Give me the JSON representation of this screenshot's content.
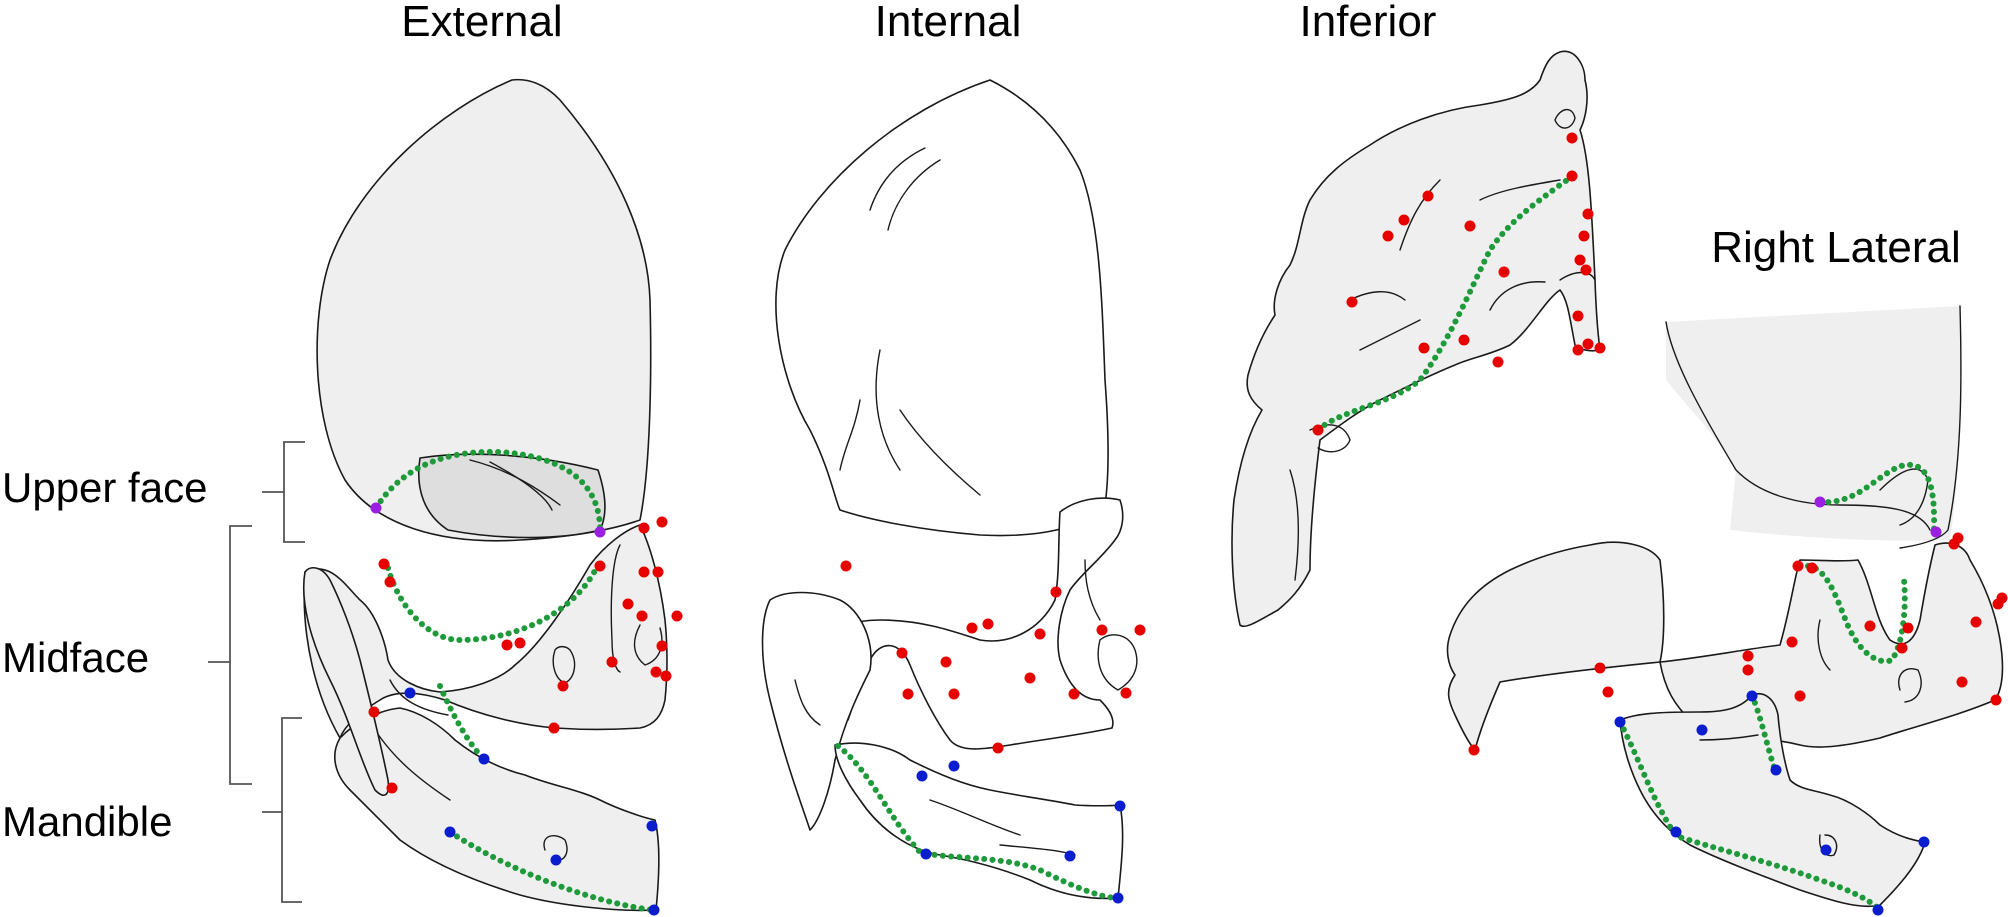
{
  "views": [
    {
      "id": "external",
      "title": "External"
    },
    {
      "id": "internal",
      "title": "Internal"
    },
    {
      "id": "inferior",
      "title": "Inferior"
    },
    {
      "id": "right-lateral",
      "title": "Right Lateral"
    }
  ],
  "regions": [
    {
      "id": "upper-face",
      "label": "Upper face"
    },
    {
      "id": "midface",
      "label": "Midface"
    },
    {
      "id": "mandible",
      "label": "Mandible"
    }
  ],
  "colors": {
    "bone_fill": "#efefef",
    "bone_fill_dark": "#dedede",
    "outline": "#1a1a1a",
    "landmark_red": "#e60000",
    "landmark_blue": "#0a1ecf",
    "landmark_purple": "#9a1fe0",
    "semilandmark_curve": "#1f9a3a"
  }
}
